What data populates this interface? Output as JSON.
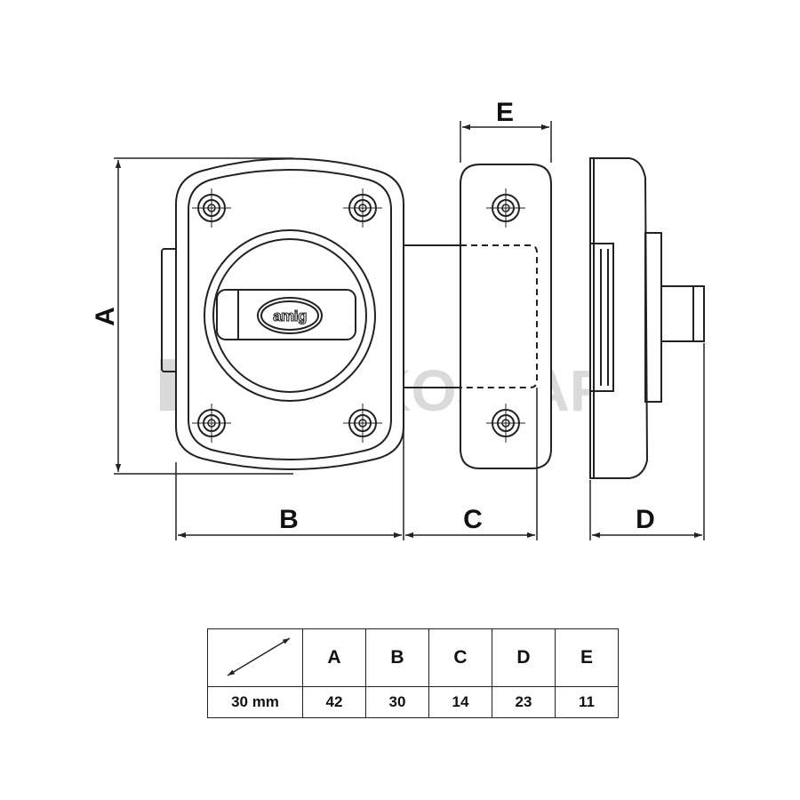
{
  "labels": {
    "A": "A",
    "B": "B",
    "C": "C",
    "D": "D",
    "E": "E"
  },
  "logo": "amig",
  "watermark": "FISKOSTAR",
  "table": {
    "headers": [
      "A",
      "B",
      "C",
      "D",
      "E"
    ],
    "size_label": "30 mm",
    "values": [
      "42",
      "30",
      "14",
      "23",
      "11"
    ]
  }
}
